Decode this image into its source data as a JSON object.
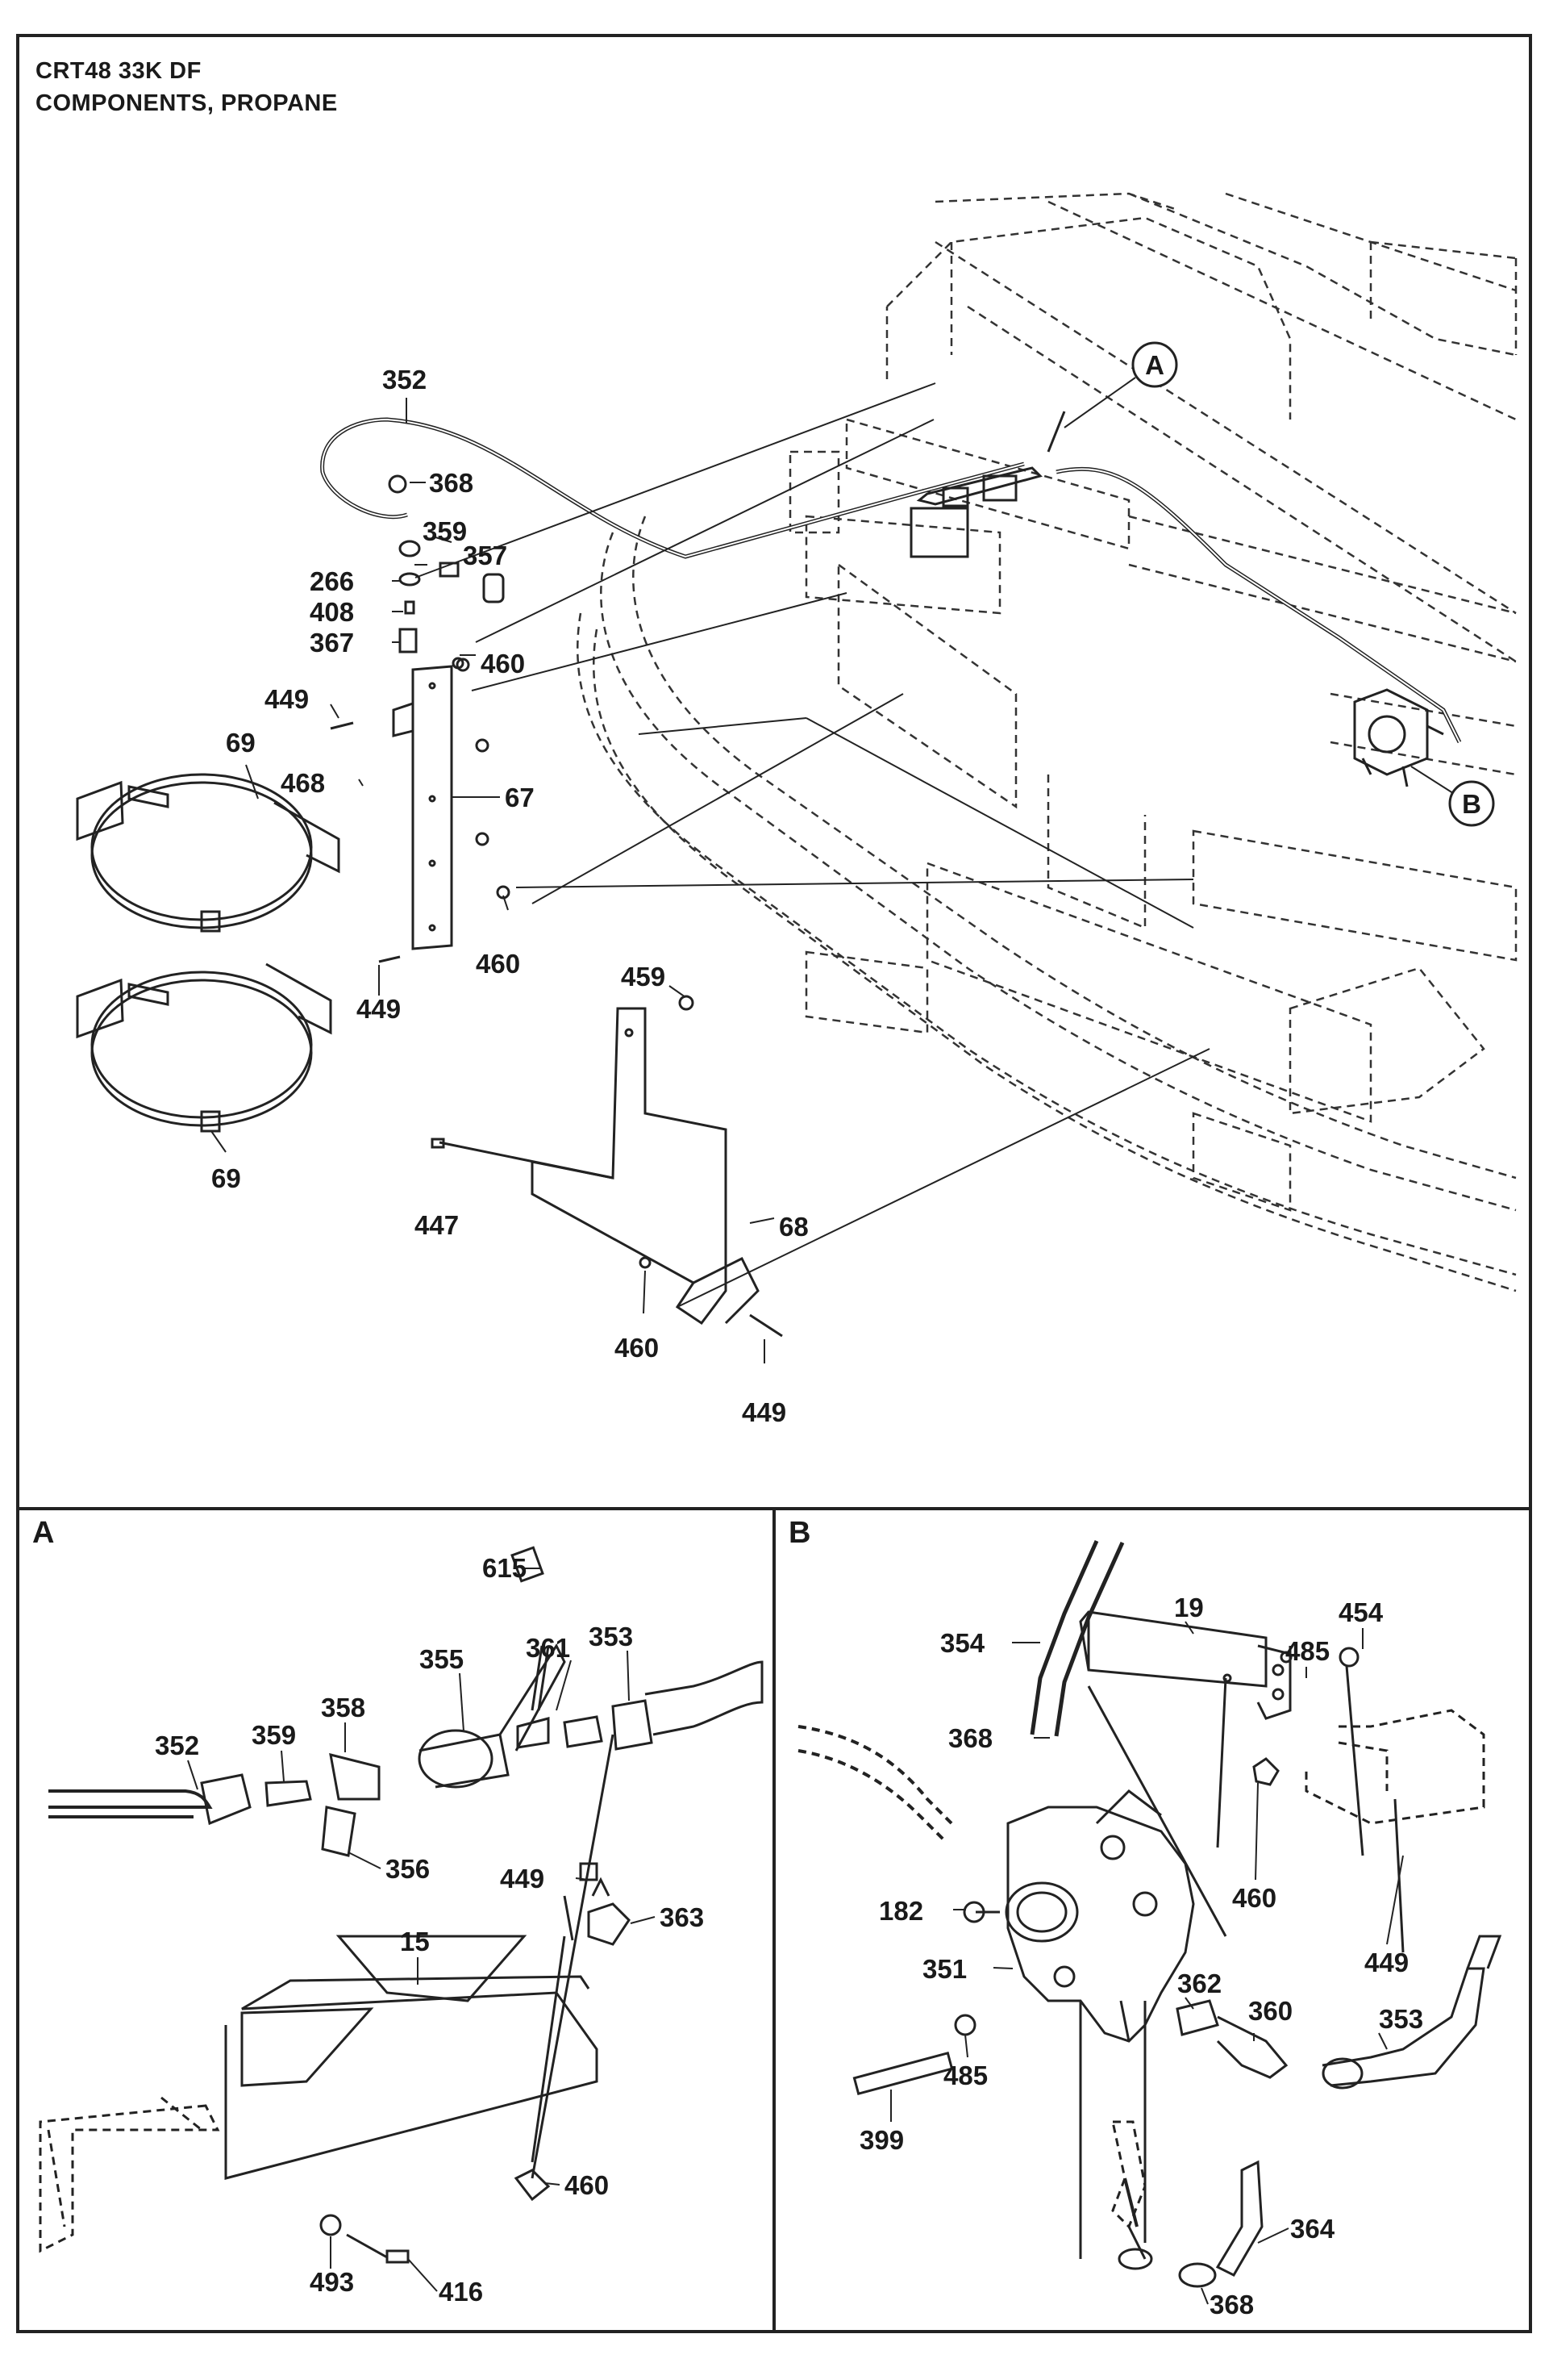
{
  "header": {
    "model": "CRT48 33K DF",
    "section": "COMPONENTS, PROPANE"
  },
  "callouts": {
    "a": "A",
    "b": "B"
  },
  "main_labels": [
    "352",
    "368",
    "359",
    "357",
    "266",
    "408",
    "367",
    "460",
    "449",
    "468",
    "69",
    "67",
    "460",
    "449",
    "69",
    "459",
    "447",
    "68",
    "460",
    "449"
  ],
  "detail_a": {
    "tag": "A",
    "labels": [
      "615",
      "355",
      "361",
      "353",
      "358",
      "359",
      "352",
      "356",
      "449",
      "363",
      "15",
      "460",
      "493",
      "416"
    ]
  },
  "detail_b": {
    "tag": "B",
    "labels": [
      "354",
      "19",
      "454",
      "485",
      "368",
      "460",
      "182",
      "351",
      "449",
      "362",
      "360",
      "353",
      "399",
      "485",
      "364",
      "368"
    ]
  },
  "colors": {
    "ink": "#1a1a1a",
    "border": "#222222",
    "background": "#ffffff"
  }
}
